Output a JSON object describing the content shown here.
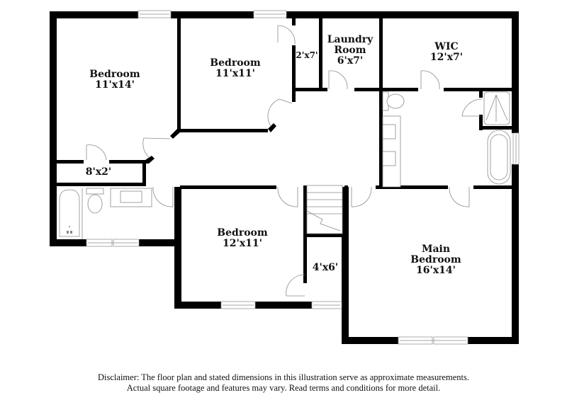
{
  "floor_plan": {
    "colors": {
      "wall": "#000000",
      "fixture_line": "#8a8a8a",
      "background": "#ffffff"
    },
    "rooms": [
      {
        "id": "bedroom-nw",
        "name": "Bedroom",
        "dimensions": "11'x14'"
      },
      {
        "id": "bedroom-north",
        "name": "Bedroom",
        "dimensions": "11'x11'"
      },
      {
        "id": "closet-2x7",
        "name": "",
        "dimensions": "2'x7'"
      },
      {
        "id": "laundry",
        "name": "Laundry Room",
        "name_line1": "Laundry",
        "name_line2": "Room",
        "dimensions": "6'x7'"
      },
      {
        "id": "wic",
        "name": "WIC",
        "dimensions": "12'x7'"
      },
      {
        "id": "closet-8x2",
        "name": "",
        "dimensions": "8'x2'"
      },
      {
        "id": "bedroom-south",
        "name": "Bedroom",
        "dimensions": "12'x11'"
      },
      {
        "id": "closet-4x6",
        "name": "",
        "dimensions": "4'x6'"
      },
      {
        "id": "main-bedroom",
        "name": "Main Bedroom",
        "name_line1": "Main",
        "name_line2": "Bedroom",
        "dimensions": "16'x14'"
      }
    ],
    "fixtures": [
      "bathtub",
      "toilet",
      "sink-vanity",
      "double-vanity",
      "toilet-master",
      "shower",
      "freestanding-tub",
      "stairs"
    ]
  },
  "disclaimer": {
    "line1": "Disclaimer: The floor plan and stated dimensions in this illustration serve as approximate measurements.",
    "line2": "Actual square footage and features may vary. Read terms and conditions for more detail."
  }
}
